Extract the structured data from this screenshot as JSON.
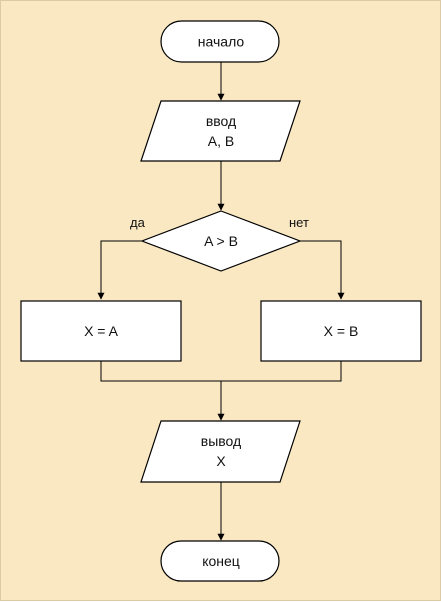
{
  "colors": {
    "background": "#fae8c3",
    "shape_fill": "#ffffff",
    "stroke": "#000000",
    "text": "#111111"
  },
  "flowchart": {
    "start": {
      "label": "начало"
    },
    "input": {
      "line1": "ввод",
      "line2": "A, B"
    },
    "decision": {
      "label": "A > B",
      "yes_label": "да",
      "no_label": "нет"
    },
    "assign_yes": {
      "label": "X = A"
    },
    "assign_no": {
      "label": "X = B"
    },
    "output": {
      "line1": "вывод",
      "line2": "X"
    },
    "end": {
      "label": "конец"
    }
  }
}
